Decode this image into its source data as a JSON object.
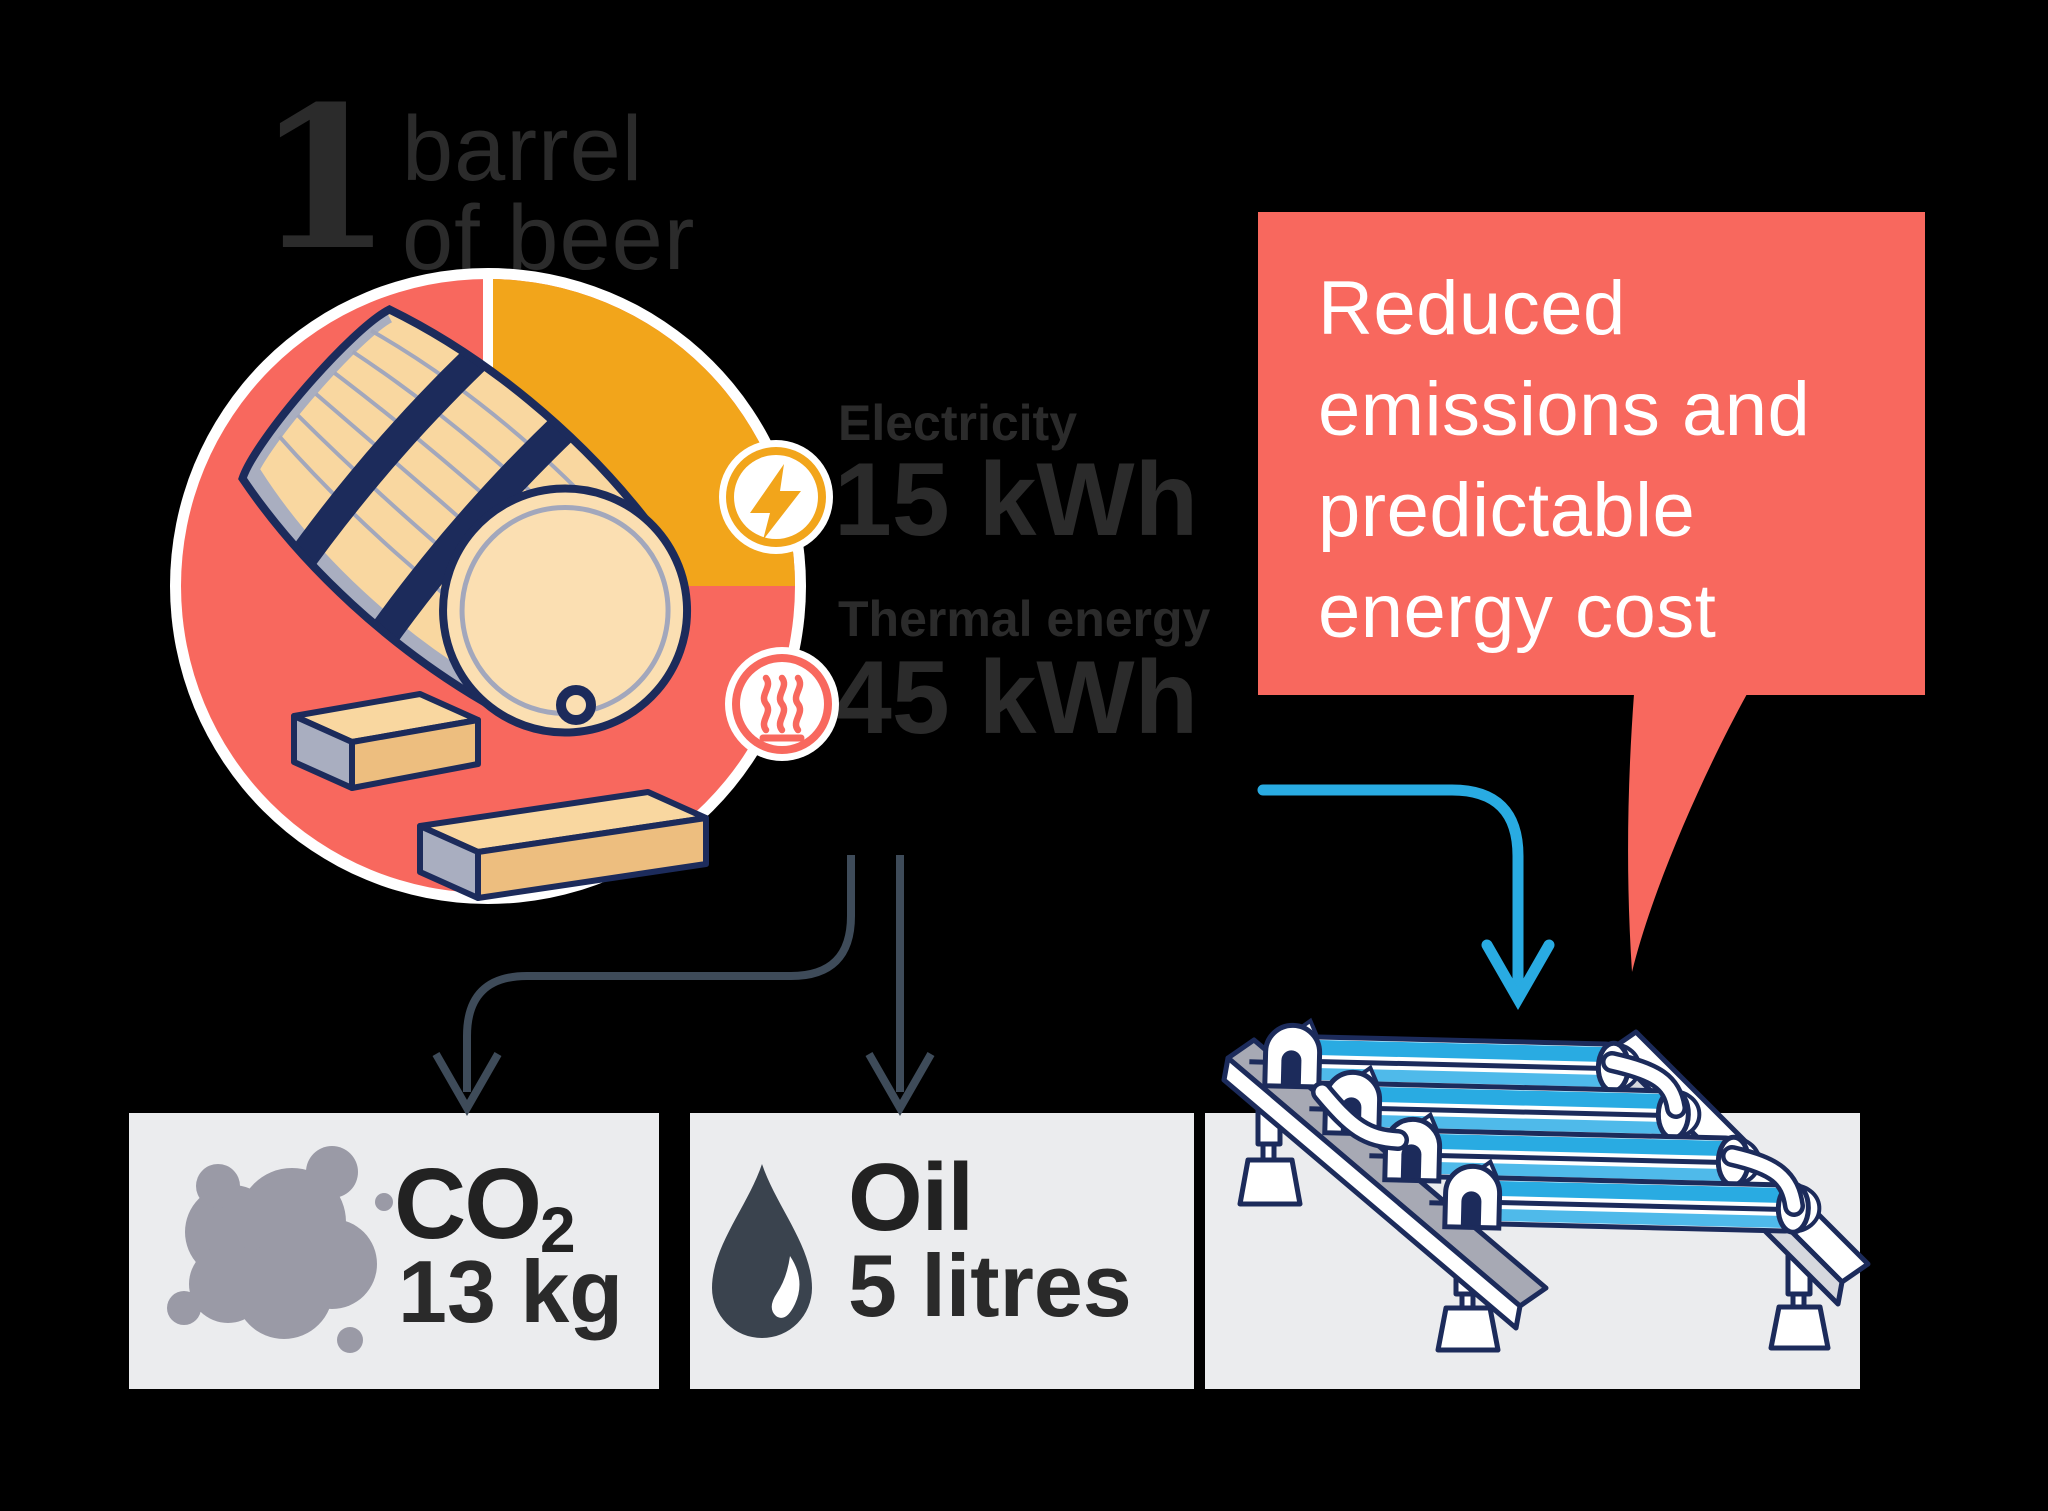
{
  "title": {
    "quantity": "1",
    "line1": "barrel",
    "line2": "of beer"
  },
  "energy": {
    "electricity_label": "Electricity",
    "electricity_value": "15 kWh",
    "thermal_label": "Thermal energy",
    "thermal_value": "45 kWh"
  },
  "bubble": {
    "line1": "Reduced",
    "line2": "emissions and",
    "line3": "predictable",
    "line4": "energy cost"
  },
  "outputs": {
    "co2_prefix": "CO",
    "co2_sub": "2",
    "co2_amount": "13 kg",
    "oil_label": "Oil",
    "oil_amount": "5 litres"
  },
  "icons": {
    "electricity": "lightning-bolt-icon",
    "thermal": "heat-waves-icon",
    "co2": "smoke-cloud-icon",
    "oil": "oil-drop-icon",
    "barrel": "beer-barrel-illustration",
    "solar": "solar-thermal-collector-illustration"
  },
  "colors": {
    "background": "#000000",
    "coral": "#F8685E",
    "orange": "#F2A51B",
    "blue": "#29ABE2",
    "light_blue": "#4FBAEA",
    "navy": "#1C2B5B",
    "slate": "#3E4B59",
    "card_gray": "#EBECEE",
    "cloud_gray": "#9A9AA6",
    "tan": "#F9D7A0",
    "text_dark": "#2B2B2B",
    "white": "#FFFFFF"
  },
  "chart_data": {
    "type": "pie",
    "title": "Energy used per 1 barrel of beer",
    "categories": [
      "Thermal energy",
      "Electricity"
    ],
    "values": [
      45,
      15
    ],
    "unit": "kWh",
    "slice_colors": [
      "#F8685E",
      "#F2A51B"
    ],
    "legend_position": "right",
    "annotations": [
      "Electricity 15 kWh",
      "Thermal energy 45 kWh"
    ]
  }
}
